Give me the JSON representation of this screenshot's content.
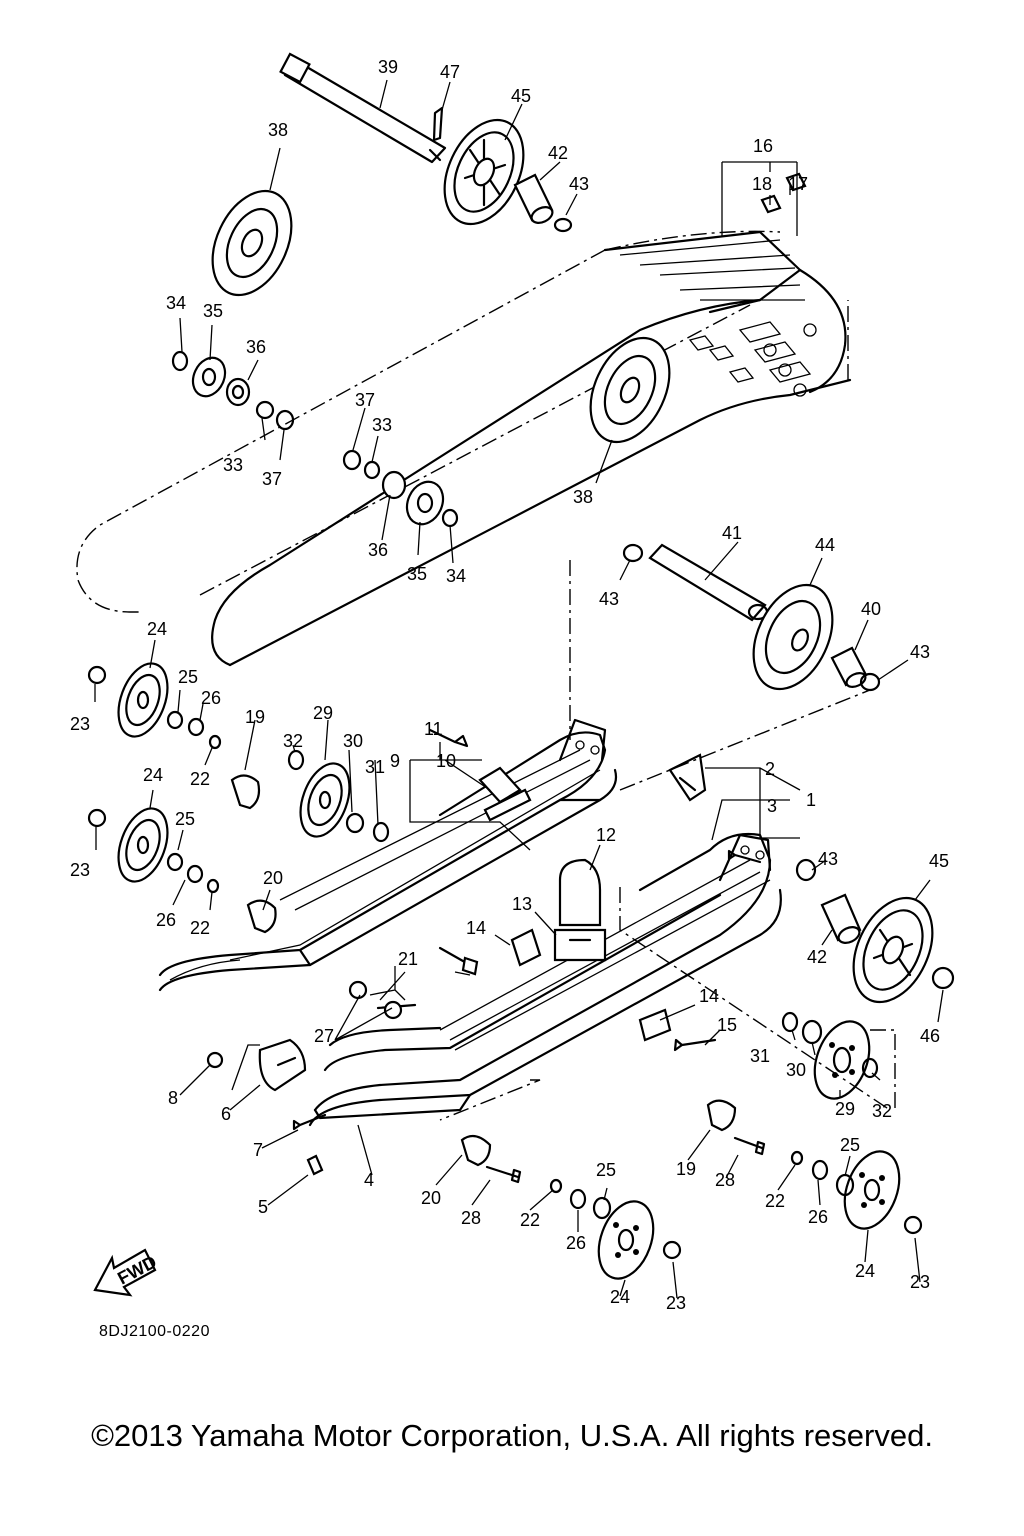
{
  "diagram": {
    "part_numbers": [
      "1",
      "2",
      "3",
      "4",
      "5",
      "6",
      "7",
      "8",
      "9",
      "10",
      "11",
      "12",
      "13",
      "14",
      "15",
      "16",
      "17",
      "18",
      "19",
      "20",
      "21",
      "22",
      "23",
      "24",
      "25",
      "26",
      "27",
      "28",
      "29",
      "30",
      "31",
      "32",
      "33",
      "34",
      "35",
      "36",
      "37",
      "38",
      "39",
      "40",
      "41",
      "42",
      "43",
      "44",
      "45",
      "46",
      "47"
    ],
    "fwd_label": "FWD",
    "drawing_code": "8DJ2100-0220"
  },
  "footer": {
    "copyright": "©2013 Yamaha Motor Corporation, U.S.A. All rights reserved."
  }
}
